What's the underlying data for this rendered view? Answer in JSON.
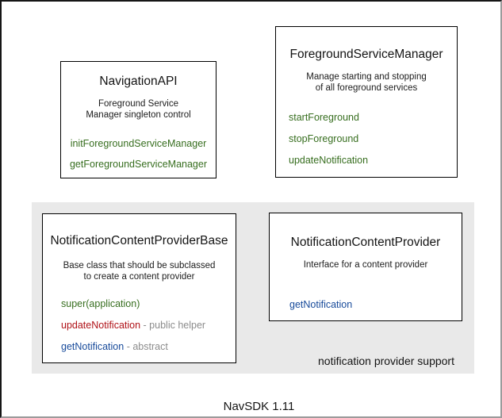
{
  "colors": {
    "method_green": "#376e1f",
    "method_red": "#b01218",
    "method_blue": "#174a9a",
    "annotation_gray": "#8c8c8c",
    "group_background": "#e9e9e9",
    "box_border": "#000000"
  },
  "boxes": {
    "navigation_api": {
      "title": "NavigationAPI",
      "description": [
        "Foreground Service",
        "Manager singleton control"
      ],
      "methods": [
        {
          "label": "initForegroundServiceManager",
          "color": "#376e1f"
        },
        {
          "label": "getForegroundServiceManager",
          "color": "#376e1f"
        }
      ]
    },
    "foreground_service_manager": {
      "title": "ForegroundServiceManager",
      "description": [
        "Manage starting and stopping",
        "of all foreground services"
      ],
      "methods": [
        {
          "label": "startForeground",
          "color": "#376e1f"
        },
        {
          "label": "stopForeground",
          "color": "#376e1f"
        },
        {
          "label": "updateNotification",
          "color": "#376e1f"
        }
      ]
    },
    "notification_content_provider_base": {
      "title": "NotificationContentProviderBase",
      "description": [
        "Base class that should be subclassed",
        "to create a content provider"
      ],
      "methods": [
        {
          "label": "super(application)",
          "suffix": "",
          "color": "#376e1f"
        },
        {
          "label": "updateNotification",
          "suffix": " - public helper",
          "color": "#b01218"
        },
        {
          "label": "getNotification",
          "suffix": " - abstract",
          "color": "#174a9a"
        }
      ]
    },
    "notification_content_provider": {
      "title": "NotificationContentProvider",
      "description": [
        "Interface for a content provider"
      ],
      "methods": [
        {
          "label": "getNotification",
          "color": "#174a9a"
        }
      ]
    }
  },
  "group": {
    "label": "notification provider support"
  },
  "footer": {
    "label": "NavSDK 1.11"
  }
}
